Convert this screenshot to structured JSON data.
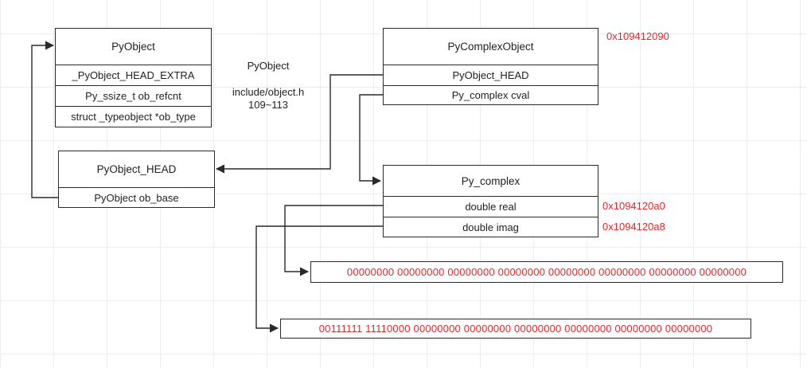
{
  "pyobject": {
    "title": "PyObject",
    "fields": [
      "_PyObject_HEAD_EXTRA",
      "Py_ssize_t ob_refcnt",
      "struct _typeobject *ob_type"
    ]
  },
  "pyobject_head": {
    "title": "PyObject_HEAD",
    "fields": [
      "PyObject ob_base"
    ]
  },
  "note": {
    "title": "PyObject",
    "file": "include/object.h",
    "lines": "109~113"
  },
  "pycomplexobject": {
    "title": "PyComplexObject",
    "address": "0x109412090",
    "fields": [
      "PyObject_HEAD",
      "Py_complex cval"
    ]
  },
  "py_complex": {
    "title": "Py_complex",
    "fields": [
      {
        "label": "double real",
        "address": "0x1094120a0"
      },
      {
        "label": "double imag",
        "address": "0x1094120a8"
      }
    ]
  },
  "bits": {
    "real": "00000000 00000000 00000000 00000000 00000000 00000000 00000000 00000000",
    "imag": "00111111 11110000 00000000 00000000 00000000 00000000 00000000 00000000"
  },
  "colors": {
    "address": "#e3262b",
    "line": "#2a2a2a"
  }
}
